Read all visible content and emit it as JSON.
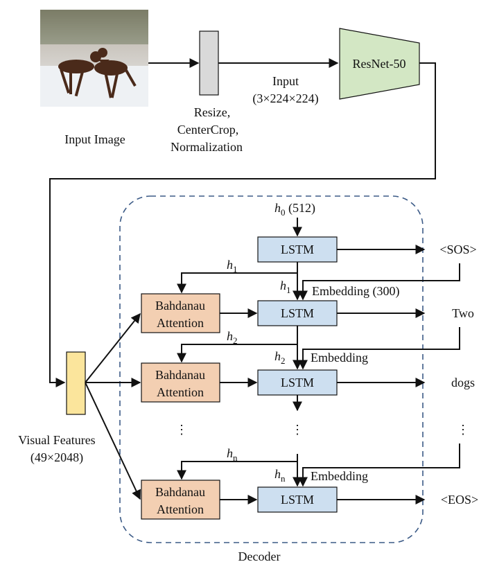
{
  "input_image": {
    "caption": "Input Image"
  },
  "preprocess": {
    "lines": [
      "Resize,",
      "CenterCrop,",
      "Normalization"
    ]
  },
  "input_shape": {
    "line1": "Input",
    "line2": "(3×224×224)"
  },
  "encoder": {
    "label": "ResNet-50"
  },
  "visual_features": {
    "line1": "Visual Features",
    "line2": "(49×2048)"
  },
  "decoder": {
    "label": "Decoder",
    "h0": {
      "symbol": "h",
      "sub": "0",
      "suffix": " (512)"
    },
    "lstm_label": "LSTM",
    "attention_line1": "Bahdanau",
    "attention_line2": "Attention",
    "embedding_first": "Embedding (300)",
    "embedding": "Embedding",
    "hidden": [
      {
        "symbol": "h",
        "sub": "1"
      },
      {
        "symbol": "h",
        "sub": "2"
      },
      {
        "symbol": "h",
        "sub": "n"
      }
    ],
    "ellipsis": "⋮"
  },
  "outputs": [
    "<SOS>",
    "Two",
    "dogs",
    "⋮",
    "<EOS>"
  ],
  "colors": {
    "lstm_fill": "#cddff0",
    "attention_fill": "#f3cfb2",
    "encoder_fill": "#d3e7c4",
    "features_fill": "#fbe59c",
    "resize_fill": "#d9d9d9",
    "decoder_border": "#3b5a86"
  }
}
